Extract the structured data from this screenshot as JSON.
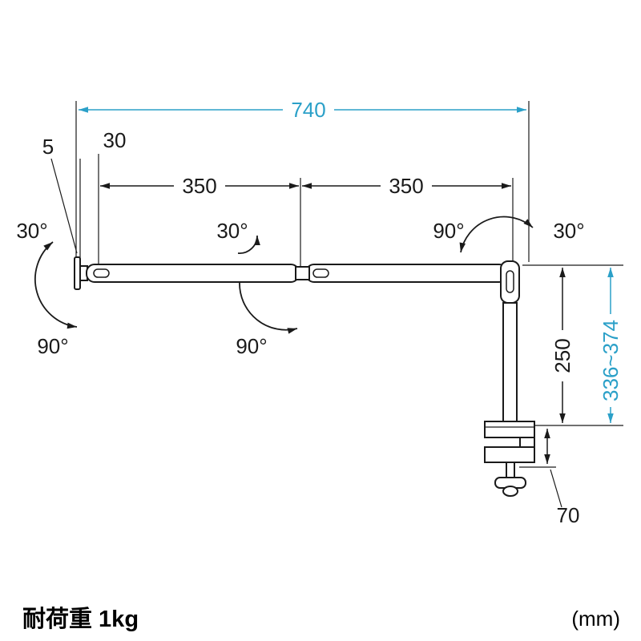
{
  "colors": {
    "accent": "#2BA0C8",
    "line": "#1A1A1A"
  },
  "dimensions": {
    "total_width": "740",
    "tip_thickness": "5",
    "mount_offset": "30",
    "arm1_length": "350",
    "arm2_length": "350",
    "pole_height": "250",
    "height_range": "336~374",
    "clamp_range": "70"
  },
  "angles": {
    "left_tilt": "30°",
    "left_swing": "90°",
    "mid_tilt": "30°",
    "mid_swing": "90°",
    "right_swing": "90°",
    "right_tilt": "30°"
  },
  "footer": {
    "load_capacity": "耐荷重 1kg",
    "unit": "(mm)"
  }
}
